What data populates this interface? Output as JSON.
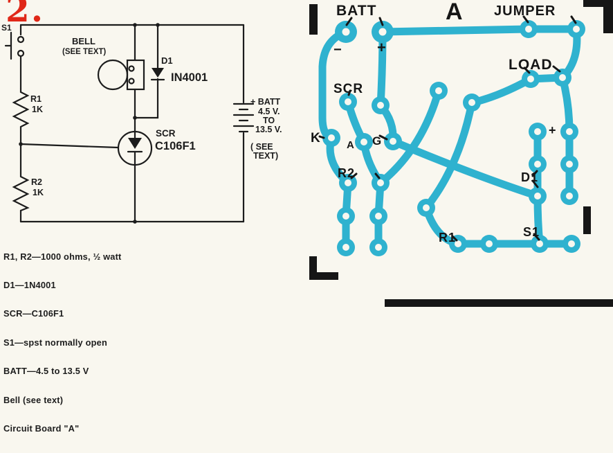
{
  "figure": {
    "number": "2.",
    "accent_color": "#e02818"
  },
  "schematic": {
    "s1_label": "S1",
    "bell_label": "BELL",
    "bell_note": "(SEE TEXT)",
    "d1_label": "D1",
    "d1_part": "IN4001",
    "r1_label": "R1",
    "r1_value": "1K",
    "scr_label": "SCR",
    "scr_part": "C106F1",
    "r2_label": "R2",
    "r2_value": "1K",
    "batt_label": "+ BATT",
    "batt_range_top": "4.5 V.",
    "batt_range_mid": "TO",
    "batt_range_bot": "13.5 V.",
    "batt_note_1": "( SEE",
    "batt_note_2": "TEXT)",
    "parts_list": [
      "R1, R2—1000 ohms, ½ watt",
      "D1—1N4001",
      "SCR—C106F1",
      "S1—spst normally open",
      "BATT—4.5 to 13.5 V",
      "Bell (see text)",
      "Circuit Board \"A\""
    ]
  },
  "pcb": {
    "title": "A",
    "labels": {
      "batt": "BATT",
      "jumper": "JUMPER",
      "load": "LOAD",
      "scr": "SCR",
      "k": "K",
      "a": "A",
      "g": "G",
      "r2": "R2",
      "d1": "D1",
      "r1": "R1",
      "s1": "S1",
      "batt_minus": "−",
      "batt_plus": "+",
      "d1_plus": "+"
    },
    "colors": {
      "copper": "#2fb2cf",
      "ink": "#161616",
      "paper": "#f9f7ef"
    }
  }
}
